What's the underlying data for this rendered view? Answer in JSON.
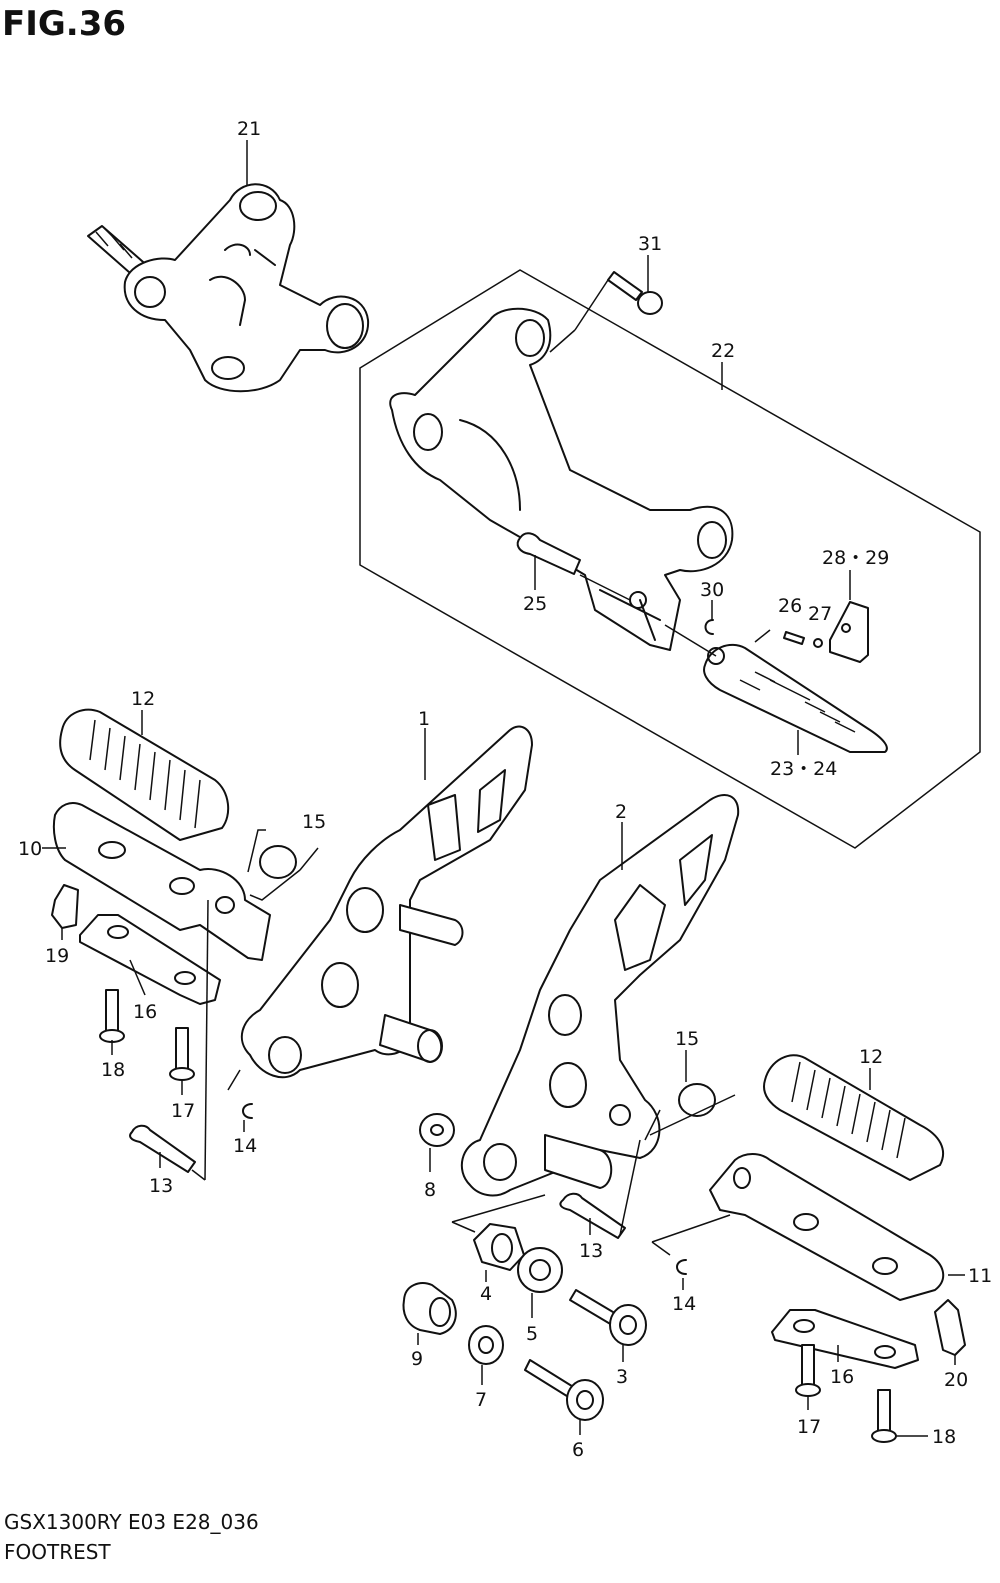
{
  "figure": {
    "title": "FIG.36",
    "model_code": "GSX1300RY E03 E28_036",
    "name": "FOOTREST"
  },
  "callouts": {
    "c21": "21",
    "c31": "31",
    "c22": "22",
    "c25": "25",
    "c30": "30",
    "c28_29": "28・29",
    "c26": "26",
    "c27": "27",
    "c23_24": "23・24",
    "c12_left": "12",
    "c1": "1",
    "c15_left": "15",
    "c10": "10",
    "c19": "19",
    "c16_left": "16",
    "c18_left": "18",
    "c17_left": "17",
    "c14_left": "14",
    "c13_left": "13",
    "c2": "2",
    "c15_right": "15",
    "c12_right": "12",
    "c8": "8",
    "c13_right": "13",
    "c4": "4",
    "c14_right": "14",
    "c11": "11",
    "c5": "5",
    "c9": "9",
    "c3": "3",
    "c7": "7",
    "c6": "6",
    "c16_right": "16",
    "c20": "20",
    "c17_right": "17",
    "c18_right": "18"
  }
}
